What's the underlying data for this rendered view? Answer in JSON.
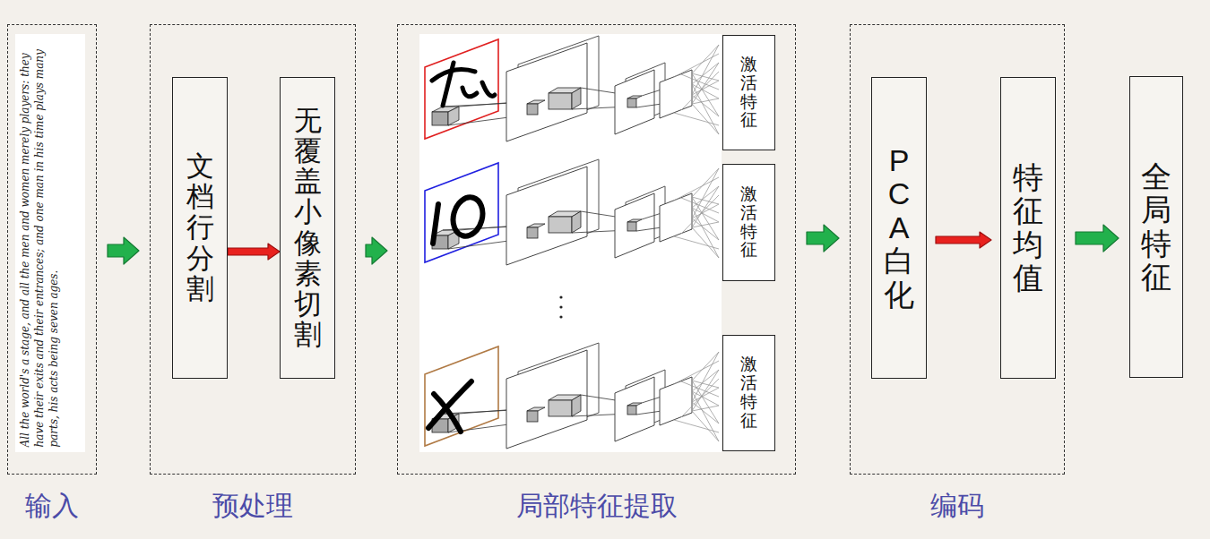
{
  "diagram": {
    "nodes": [
      {
        "text": [
          "输入"
        ]
      },
      {
        "text": [
          "预处理"
        ]
      },
      {
        "text": [
          "文档行分割"
        ],
        "in": 1
      },
      {
        "text": [
          "无覆盖小像素切割"
        ],
        "in": 1
      },
      {
        "text": [
          "局部特征提取"
        ]
      },
      {
        "text": [
          "激活特征"
        ],
        "in": 4
      },
      {
        "text": [
          "激活特征"
        ],
        "in": 4
      },
      {
        "text": [
          "激活特征"
        ],
        "in": 4
      },
      {
        "text": [
          "编码"
        ]
      },
      {
        "text": [
          "PCA白化"
        ],
        "in": 8
      },
      {
        "text": [
          "特征均值"
        ],
        "in": 8
      },
      {
        "text": [
          "全局特征"
        ]
      }
    ],
    "edges": [
      {
        "from": 0,
        "to": 1,
        "arrow": "to"
      },
      {
        "from": 2,
        "to": 3,
        "arrow": "to"
      },
      {
        "from": 1,
        "to": 4,
        "arrow": "to"
      },
      {
        "from": 4,
        "to": 8,
        "arrow": "to"
      },
      {
        "from": 9,
        "to": 10,
        "arrow": "to"
      },
      {
        "from": 8,
        "to": 11,
        "arrow": "to"
      }
    ],
    "labels": [
      "All the world's a stage, and all the men and women merely players: they have their exits and their entrances; and one man in his time plays many parts, his acts being seven ages."
    ]
  }
}
